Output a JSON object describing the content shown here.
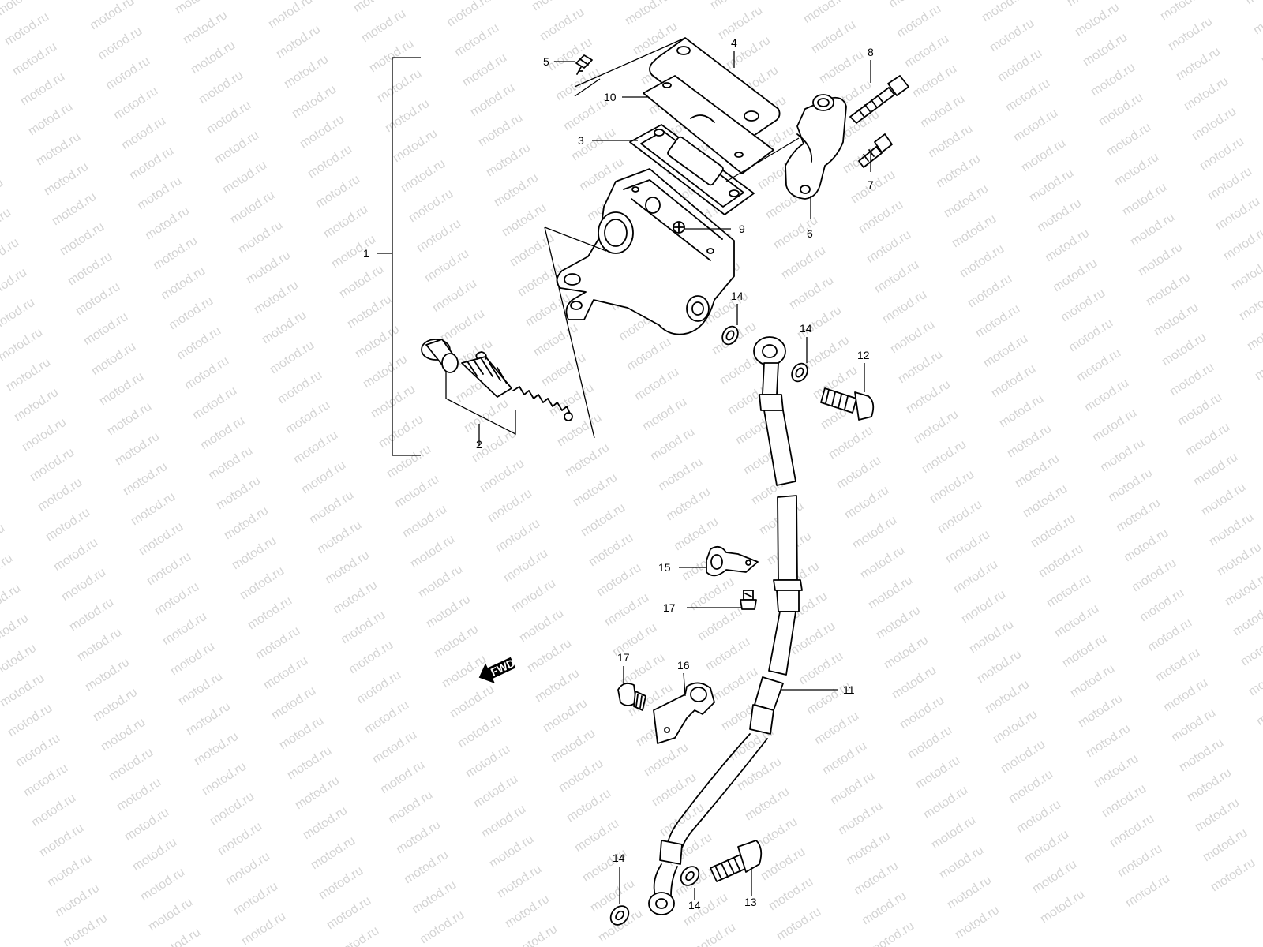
{
  "watermark": {
    "text": "motod.ru"
  },
  "fwd_badge": "FWD",
  "callouts": [
    {
      "id": "c1",
      "label": "1"
    },
    {
      "id": "c2",
      "label": "2"
    },
    {
      "id": "c3",
      "label": "3"
    },
    {
      "id": "c4",
      "label": "4"
    },
    {
      "id": "c5",
      "label": "5"
    },
    {
      "id": "c6",
      "label": "6"
    },
    {
      "id": "c7",
      "label": "7"
    },
    {
      "id": "c8",
      "label": "8"
    },
    {
      "id": "c9",
      "label": "9"
    },
    {
      "id": "c10",
      "label": "10"
    },
    {
      "id": "c11",
      "label": "11"
    },
    {
      "id": "c12",
      "label": "12"
    },
    {
      "id": "c13",
      "label": "13"
    },
    {
      "id": "c14a",
      "label": "14"
    },
    {
      "id": "c14b",
      "label": "14"
    },
    {
      "id": "c14c",
      "label": "14"
    },
    {
      "id": "c14d",
      "label": "14"
    },
    {
      "id": "c15",
      "label": "15"
    },
    {
      "id": "c16",
      "label": "16"
    },
    {
      "id": "c17a",
      "label": "17"
    },
    {
      "id": "c17b",
      "label": "17"
    }
  ]
}
